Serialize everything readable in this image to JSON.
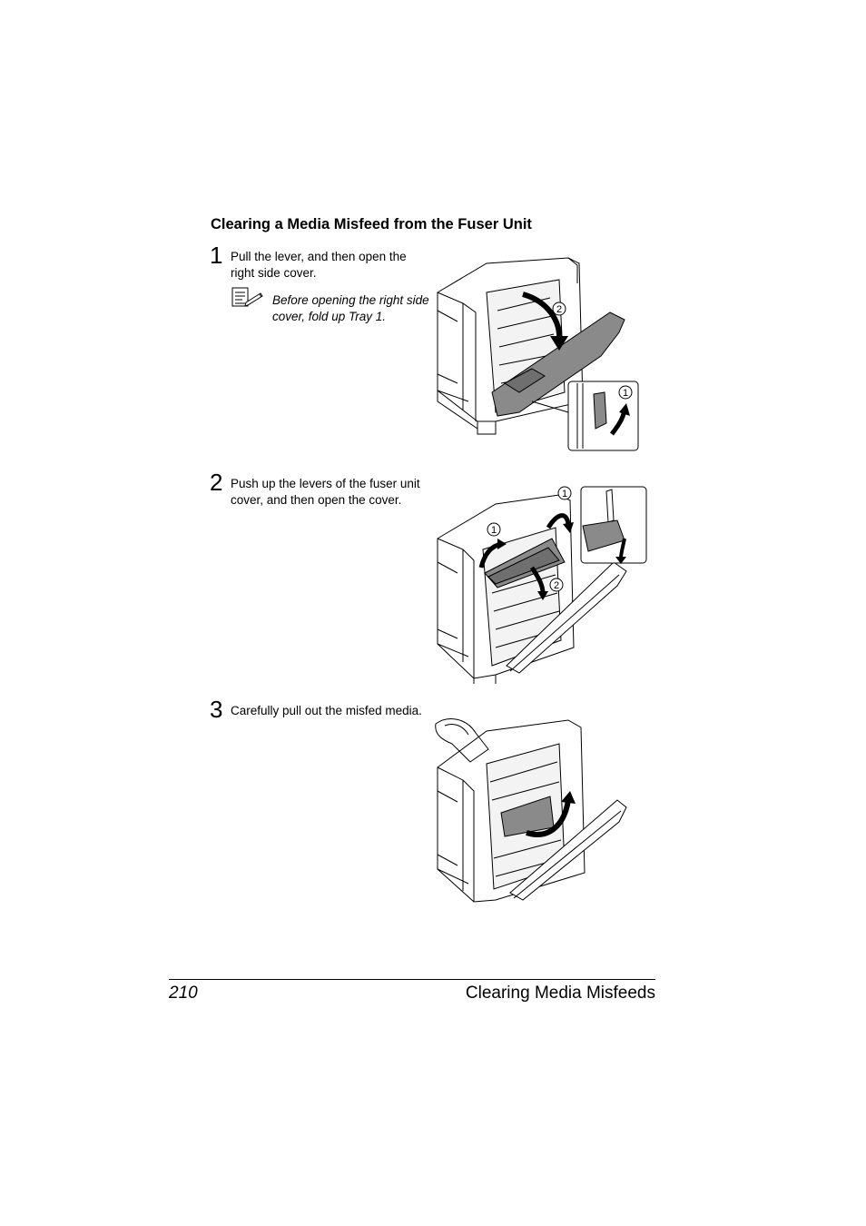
{
  "section_title": "Clearing a Media Misfeed from the Fuser Unit",
  "steps": [
    {
      "number": "1",
      "text": "Pull the lever, and then open the right side cover.",
      "note": "Before opening the right side cover, fold up Tray 1.",
      "callouts": [
        "2",
        "1"
      ]
    },
    {
      "number": "2",
      "text": "Push up the levers of the fuser unit cover, and then open the cover.",
      "callouts": [
        "1",
        "1",
        "2"
      ]
    },
    {
      "number": "3",
      "text": "Carefully pull out the misfed media."
    }
  ],
  "icons": [
    "note-icon"
  ],
  "footer": {
    "page_number": "210",
    "chapter_title": "Clearing Media Misfeeds"
  }
}
